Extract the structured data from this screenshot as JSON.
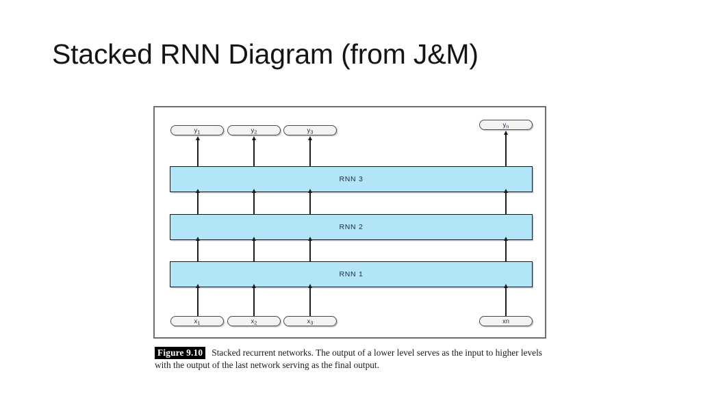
{
  "slide": {
    "title": "Stacked RNN Diagram (from J&M)"
  },
  "figure": {
    "layers": [
      {
        "id": "rnn-bar-3",
        "label": "RNN 3"
      },
      {
        "id": "rnn-bar-2",
        "label": "RNN 2"
      },
      {
        "id": "rnn-bar-1",
        "label": "RNN 1"
      }
    ],
    "output_nodes": [
      {
        "id": "node-y1",
        "base": "y",
        "sub": "1"
      },
      {
        "id": "node-y2",
        "base": "y",
        "sub": "2"
      },
      {
        "id": "node-y3",
        "base": "y",
        "sub": "3"
      },
      {
        "id": "node-yn",
        "base": "y",
        "sub": "n"
      }
    ],
    "input_nodes": [
      {
        "id": "node-x1",
        "base": "x",
        "sub": "1"
      },
      {
        "id": "node-x2",
        "base": "x",
        "sub": "2"
      },
      {
        "id": "node-x3",
        "base": "x",
        "sub": "3"
      },
      {
        "id": "node-xn",
        "base": "xn",
        "sub": ""
      }
    ],
    "caption": {
      "tag": "Figure 9.10",
      "text": "Stacked recurrent networks. The output of a lower level serves as the input to higher levels with the output of the last network serving as the final output."
    }
  },
  "colors": {
    "rnn_fill": "#b3e5f9",
    "rnn_border": "#101820",
    "node_fill": "#f4f3f1",
    "node_border": "#4a4a4a",
    "frame_border": "#6e6e6e",
    "title_text": "#141414",
    "label_text": "#1b2a44"
  }
}
